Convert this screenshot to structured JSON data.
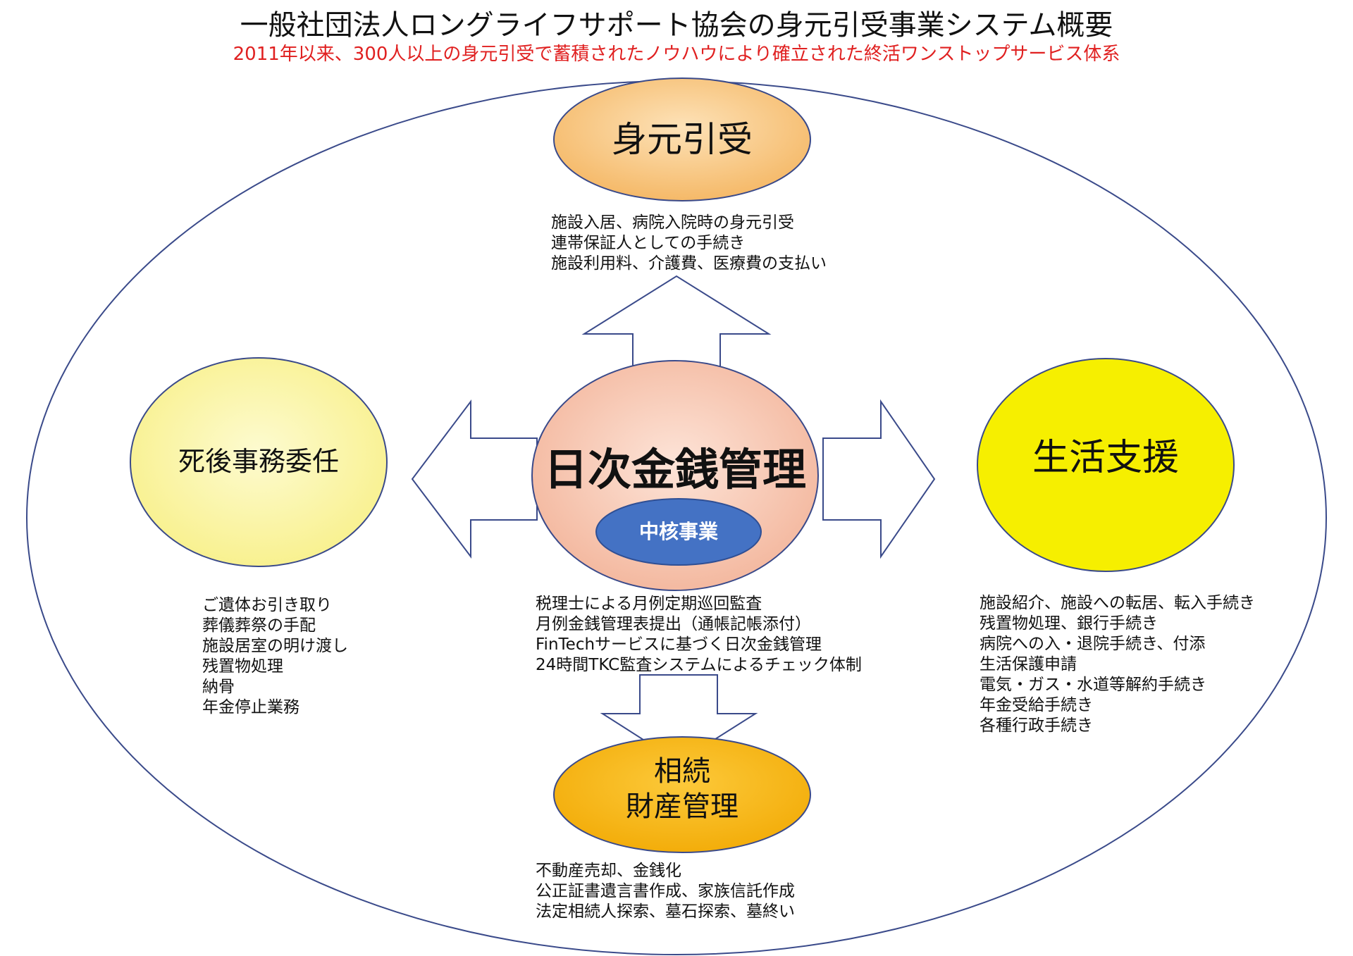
{
  "header": {
    "title": "一般社団法人ロングライフサポート協会の身元引受事業システム概要",
    "subtitle": "2011年以来、300人以上の身元引受で蓄積されたノウハウにより確立された終活ワンストップサービス体系"
  },
  "center": {
    "label": "日次金銭管理",
    "core_label": "中核事業",
    "items": [
      "税理士による月例定期巡回監査",
      "月例金銭管理表提出（通帳記帳添付）",
      "FinTechサービスに基づく日次金銭管理",
      "24時間TKC監査システムによるチェック体制"
    ]
  },
  "top": {
    "label": "身元引受",
    "items": [
      "施設入居、病院入院時の身元引受",
      "連帯保証人としての手続き",
      "施設利用料、介護費、医療費の支払い"
    ]
  },
  "left": {
    "label": "死後事務委任",
    "items": [
      "ご遺体お引き取り",
      "葬儀葬祭の手配",
      "施設居室の明け渡し",
      "残置物処理",
      "納骨",
      "年金停止業務"
    ]
  },
  "right": {
    "label": "生活支援",
    "items": [
      "施設紹介、施設への転居、転入手続き",
      "残置物処理、銀行手続き",
      "病院への入・退院手続き、付添",
      "生活保護申請",
      "電気・ガス・水道等解約手続き",
      "年金受給手続き",
      "各種行政手続き"
    ]
  },
  "bottom": {
    "label_line1": "相続",
    "label_line2": "財産管理",
    "items": [
      "不動産売却、金銭化",
      "公正証書遺言書作成、家族信託作成",
      "法定相続人探索、墓石探索、墓終い"
    ]
  },
  "colors": {
    "top_node": "#f8c27a",
    "left_node": "#fbf7a0",
    "right_node": "#f7f000",
    "bottom_node": "#f9bb1a",
    "center_node": "#f7c4ad",
    "core_node": "#4472c4",
    "outline": "#3a4a8a",
    "subtitle": "#e02020"
  }
}
